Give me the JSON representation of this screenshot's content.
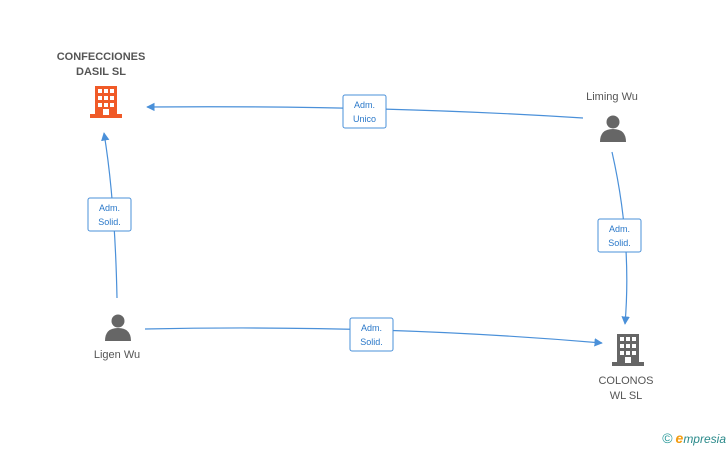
{
  "nodes": {
    "confecciones": {
      "type": "company",
      "label_line1": "CONFECCIONES",
      "label_line2": "DASIL SL",
      "color": "#f05a28"
    },
    "colonos": {
      "type": "company",
      "label_line1": "COLONOS",
      "label_line2": "WL SL",
      "color": "#666666"
    },
    "liming": {
      "type": "person",
      "label": "Liming Wu",
      "color": "#666666"
    },
    "ligen": {
      "type": "person",
      "label": "Ligen Wu",
      "color": "#666666"
    }
  },
  "edges": {
    "liming_to_confecciones": {
      "line1": "Adm.",
      "line2": "Unico"
    },
    "ligen_to_confecciones": {
      "line1": "Adm.",
      "line2": "Solid."
    },
    "liming_to_colonos": {
      "line1": "Adm.",
      "line2": "Solid."
    },
    "ligen_to_colonos": {
      "line1": "Adm.",
      "line2": "Solid."
    }
  },
  "edge_color": "#4a90d9",
  "footer": {
    "copyright": "©",
    "brand_initial": "e",
    "brand_rest": "mpresia"
  }
}
